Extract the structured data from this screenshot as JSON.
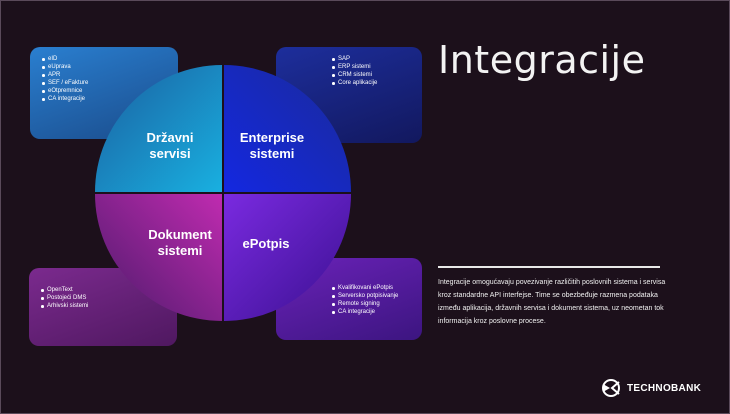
{
  "slide": {
    "title": "Integracije",
    "quadrants": {
      "top_left": {
        "line1": "Državni",
        "line2": "servisi",
        "items": [
          "eID",
          "eUprava",
          "APR",
          "SEF / eFakture",
          "eOtpremnice",
          "CA integracije"
        ]
      },
      "top_right": {
        "line1": "Enterprise",
        "line2": "sistemi",
        "items": [
          "SAP",
          "ERP sistemi",
          "CRM sistemi",
          "Core aplikacije"
        ]
      },
      "bottom_left": {
        "line1": "Dokument",
        "line2": "sistemi",
        "items": [
          "OpenText",
          "Postojeći DMS",
          "Arhivski sistemi"
        ]
      },
      "bottom_right": {
        "line1": "ePotpis",
        "line2": "",
        "items": [
          "Kvalifikovani ePotpis",
          "Serversko potpisivanje",
          "Remote signing",
          "CA integracije"
        ]
      }
    },
    "description": "Integracije omogućavaju povezivanje različitih poslovnih sistema i servisa kroz standardne API interfejse. Time se obezbeđuje razmena podataka između aplikacija, državnih servisa i dokument sistema, uz neometan tok informacija kroz poslovne procese.",
    "logo_text": "TECHNOBANK",
    "colors": {
      "background": "#1c101b",
      "top_left": "#19b0e0",
      "top_right": "#1428e0",
      "bottom_left": "#c02bb0",
      "bottom_right": "#7a2ae0"
    }
  }
}
